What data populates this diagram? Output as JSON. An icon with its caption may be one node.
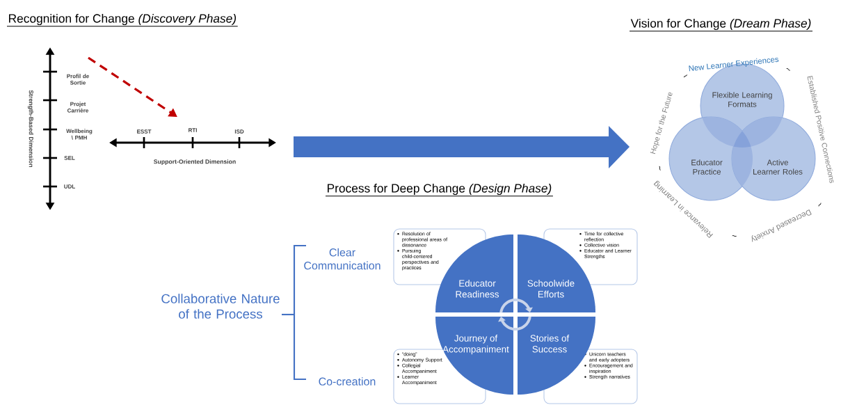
{
  "diagram": {
    "nodes": [
      {
        "text": [
          "Flexible Learning Formats"
        ]
      },
      {
        "text": [
          "Educator Practice"
        ]
      },
      {
        "text": [
          "Active Learner Roles"
        ]
      },
      {
        "text": [
          "Resolution of professional areas of dissonance",
          "Pursuing child-centered perspectives and practices"
        ]
      },
      {
        "text": [
          "Time for collective reflection",
          "Collective vision",
          "Educator and Learner Strengths"
        ]
      },
      {
        "text": [
          "Educator Readiness"
        ]
      },
      {
        "text": [
          "Schoolwide Efforts"
        ]
      },
      {
        "text": [
          "Journey of Accompaniment"
        ]
      },
      {
        "text": [
          "Stories of Success"
        ]
      },
      {
        "text": [
          "“doing”",
          "Autonomy Support",
          "Collegial Accompaniment",
          "Learner Accompaniment"
        ]
      },
      {
        "text": [
          "Unicorn teachers and early adopters",
          "Encouragement and inspiration",
          "Strength narratives"
        ]
      }
    ],
    "edges": [
      {
        "from": 5,
        "to": 6,
        "arrow": "to"
      },
      {
        "from": 8,
        "to": 7,
        "arrow": "to"
      }
    ],
    "labels": [
      "Recognition for Change *(Discovery Phase)*",
      "Vision for Change *(Dream Phase)*",
      "Profil de Sortie",
      "Strength-Based Dimension",
      "Projet Carrière",
      "Wellbeing \\ PMH",
      "ESST",
      "RTI",
      "ISD",
      "SEL",
      "Support-Oriented Dimension",
      "UDL",
      "New Learner Experiences",
      "~",
      "Established Positive Connections",
      "~",
      "Decreased Anxiety",
      "~",
      "Relevance in Learning",
      "~",
      "Hope for the Future",
      "~",
      "Process for Deep Change *(Design Phase)*",
      "Clear Communication",
      "Collaborative Nature of the Process",
      "Co-creation"
    ]
  }
}
